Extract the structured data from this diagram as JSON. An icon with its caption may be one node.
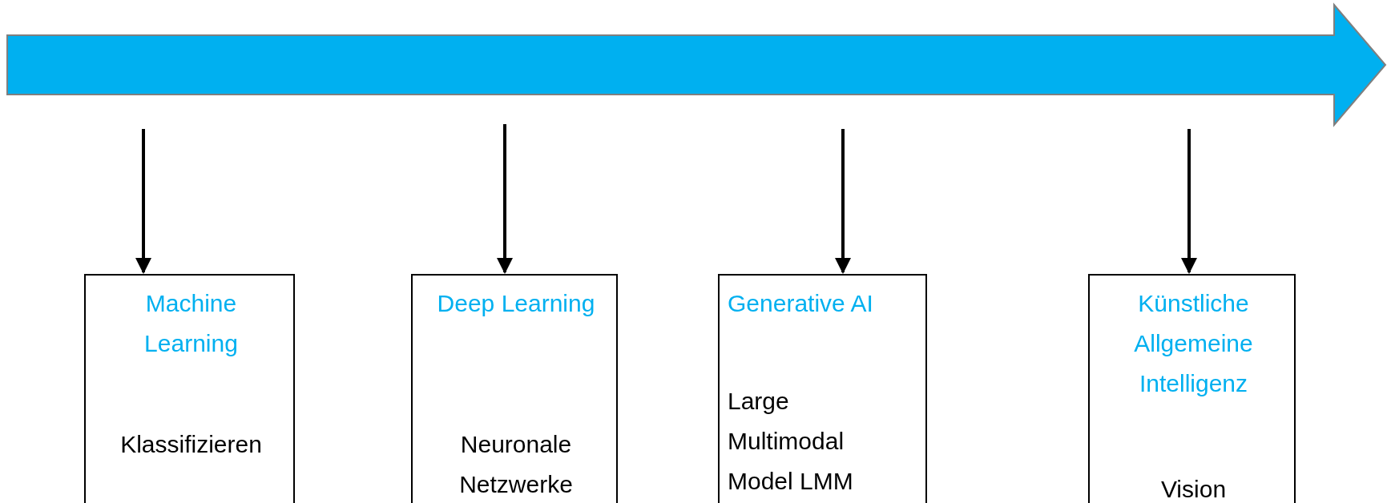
{
  "diagram": {
    "nodes": [
      {
        "text": [
          "Machine Learning",
          "Klassifizieren"
        ]
      },
      {
        "text": [
          "Deep Learning",
          "Neuronale Netzwerke"
        ]
      },
      {
        "text": [
          "Generative AI",
          "Large Multimodal Model LMM"
        ]
      },
      {
        "text": [
          "Künstliche Allgemeine Intelligenz",
          "Vision"
        ]
      }
    ],
    "edges": [
      {
        "from": null,
        "to": 0,
        "arrow": "to"
      },
      {
        "from": null,
        "to": 1,
        "arrow": "to"
      },
      {
        "from": null,
        "to": 2,
        "arrow": "to"
      },
      {
        "from": null,
        "to": 3,
        "arrow": "to"
      }
    ]
  }
}
